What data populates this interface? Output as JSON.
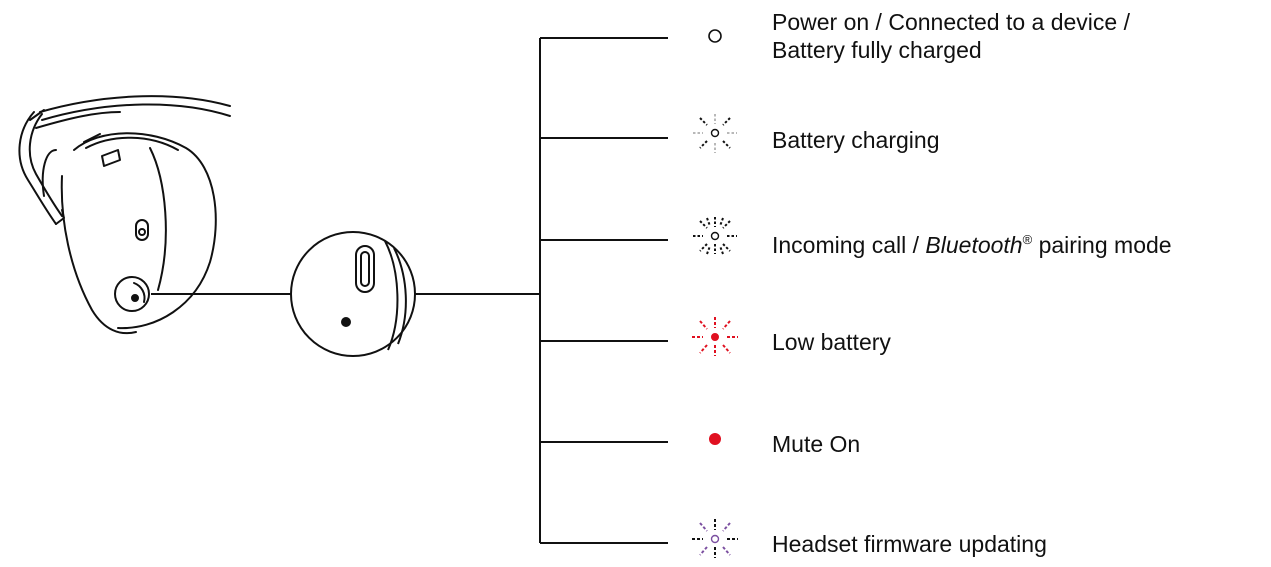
{
  "legend": [
    {
      "id": "power-on",
      "icon": "white-led-steady-icon",
      "color": "#ffffff",
      "lines": [
        "Power on / Connected to a device /",
        "Battery fully charged"
      ]
    },
    {
      "id": "battery-charging",
      "icon": "white-led-pulsing-icon",
      "color": "#b8b8b8",
      "lines": [
        "Battery charging"
      ]
    },
    {
      "id": "incoming-call",
      "icon": "white-led-blinking-icon",
      "color": "#111111",
      "text_before": "Incoming call / ",
      "text_italic": "Bluetooth",
      "text_sup": "®",
      "text_after": " pairing mode"
    },
    {
      "id": "low-battery",
      "icon": "red-led-blinking-icon",
      "color": "#e01020",
      "lines": [
        "Low battery"
      ]
    },
    {
      "id": "mute-on",
      "icon": "red-led-steady-icon",
      "color": "#e01020",
      "lines": [
        "Mute On"
      ]
    },
    {
      "id": "firmware-updating",
      "icon": "purple-led-blinking-icon",
      "color": "#7b4fa0",
      "lines": [
        "Headset firmware updating"
      ]
    }
  ]
}
